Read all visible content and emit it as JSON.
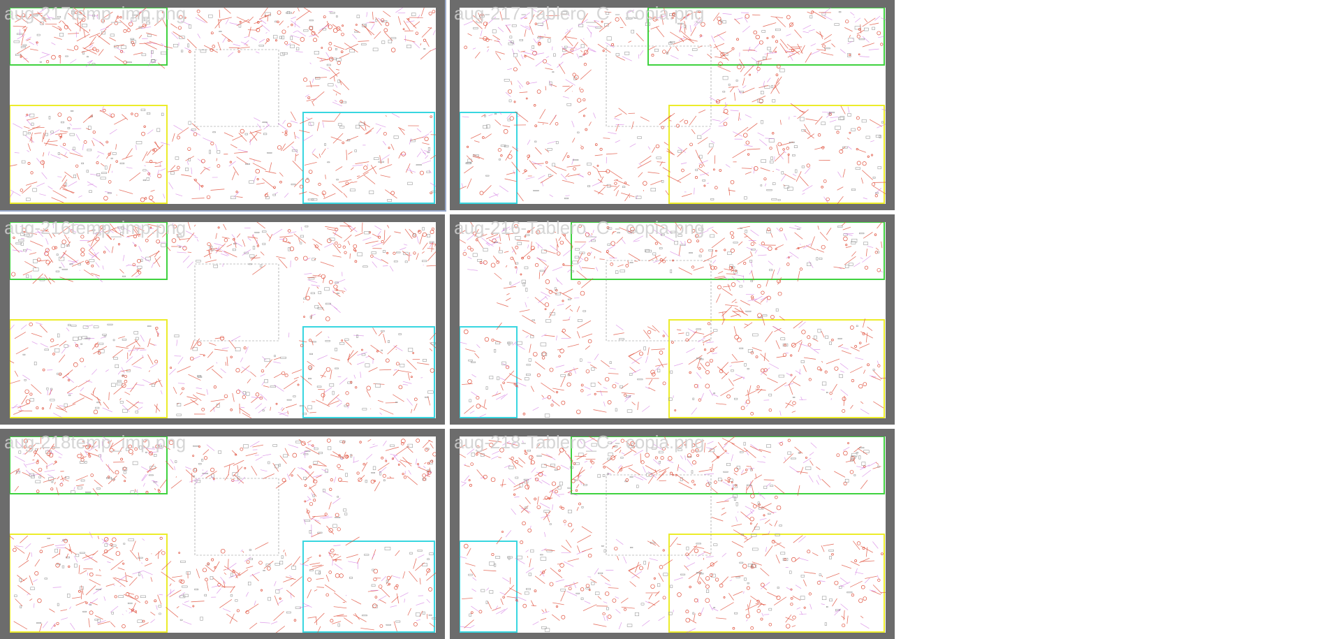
{
  "gallery": {
    "tiles": [
      {
        "filename": "aug-217temp_imp.png",
        "variant": "A"
      },
      {
        "filename": "aug-217-Tablero_C - copia.png",
        "variant": "B"
      },
      {
        "filename": "aug-216temp_imp.png",
        "variant": "A"
      },
      {
        "filename": "aug-216-Tablero_C - copia.png",
        "variant": "C"
      },
      {
        "filename": "aug-218temp_imp.png",
        "variant": "A"
      },
      {
        "filename": "aug-218-Tablero_C - copia.png",
        "variant": "D"
      }
    ]
  },
  "colors": {
    "tile_frame": "#6c6c6c",
    "sheet": "#ffffff",
    "border_green": "#3fd23f",
    "border_yellow": "#ecec2a",
    "border_cyan": "#38d6e0",
    "wire_red": "#e0503c",
    "wire_magenta": "#d070e0",
    "wire_gray": "#8a8a8a"
  }
}
